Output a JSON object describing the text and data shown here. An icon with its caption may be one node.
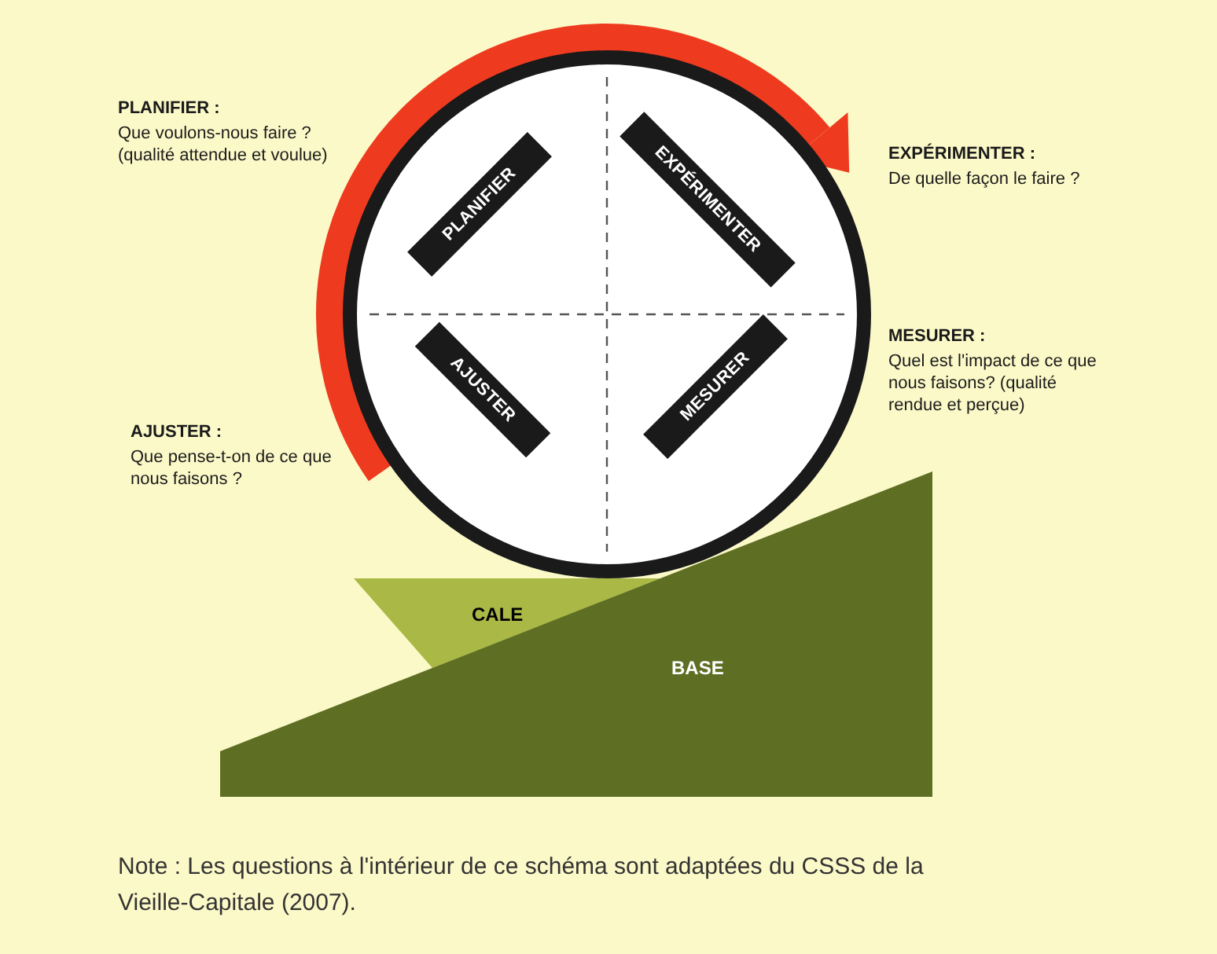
{
  "diagram": {
    "caption": "Note : Les questions à l'intérieur de ce schéma sont adaptées du CSSS de la Vieille-Capitale (2007).",
    "nodes": [
      {
        "text": [],
        "shape": "circle"
      },
      {
        "text": [
          "PLANIFIER"
        ],
        "in": 0
      },
      {
        "text": [
          "EXPÉRIMENTER"
        ],
        "in": 0
      },
      {
        "text": [
          "AJUSTER"
        ],
        "in": 0
      },
      {
        "text": [
          "MESURER"
        ],
        "in": 0
      },
      {
        "text": [
          "CALE"
        ]
      },
      {
        "text": [
          "BASE"
        ]
      }
    ],
    "labels": [
      "PLANIFIER :",
      "Que voulons-nous faire ? (qualité attendue et voulue)",
      "EXPÉRIMENTER :",
      "De quelle façon le faire ?",
      "MESURER :",
      "Quel est l'impact de ce que nous faisons? (qualité rendue et perçue)",
      "AJUSTER :",
      "Que pense-t-on de ce que nous faisons ?"
    ]
  }
}
